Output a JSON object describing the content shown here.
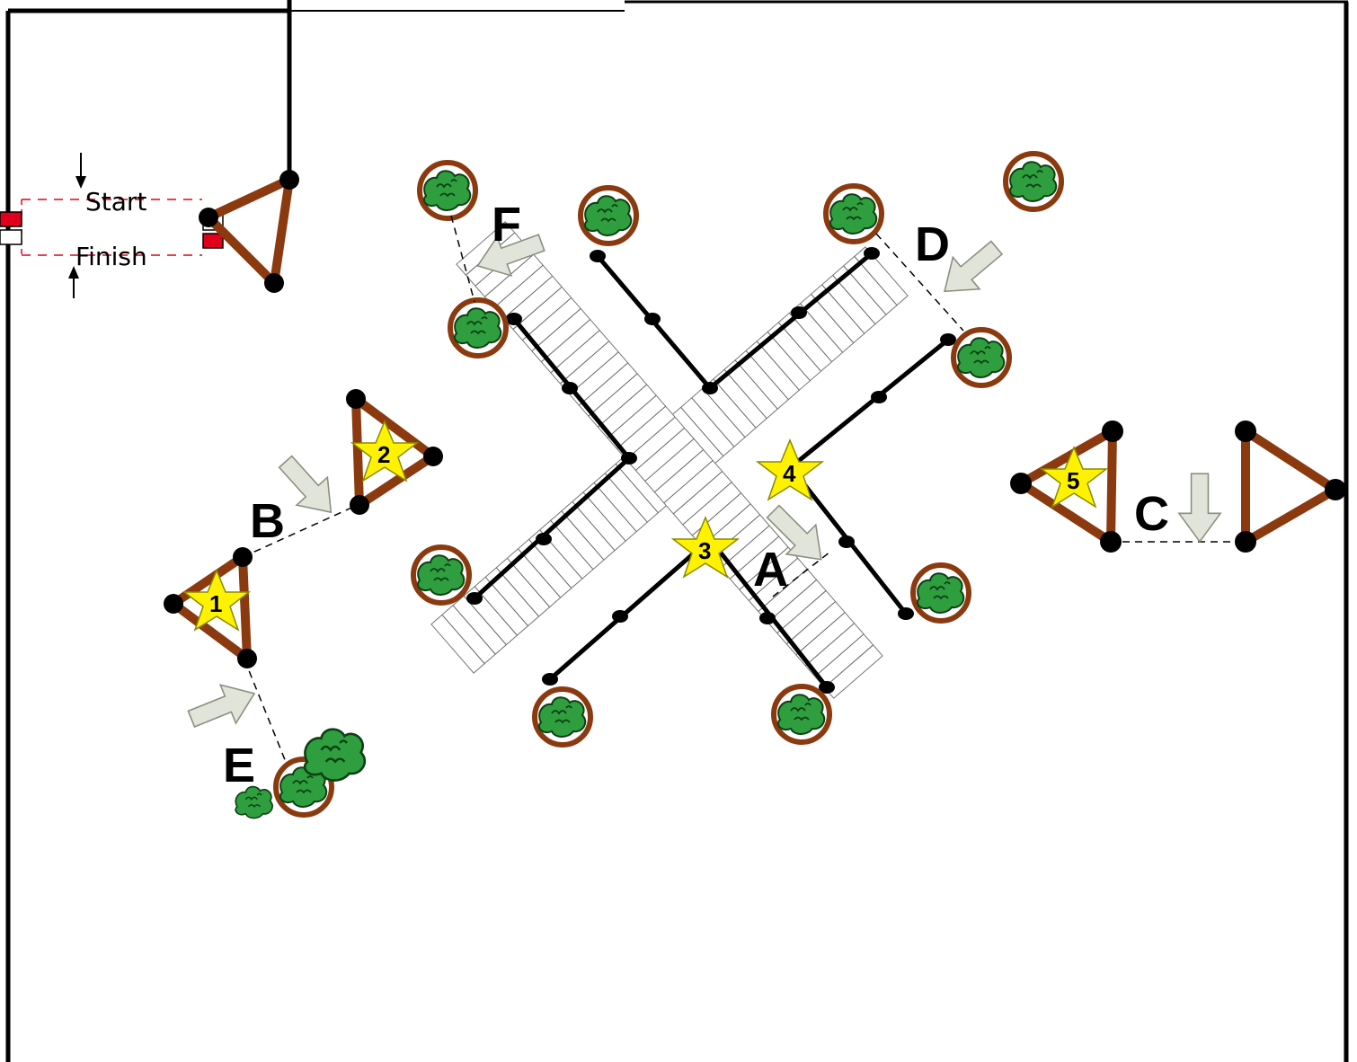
{
  "start_finish": {
    "start_label": "Start",
    "finish_label": "Finish"
  },
  "gates": {
    "A": "A",
    "B": "B",
    "C": "C",
    "D": "D",
    "E": "E",
    "F": "F"
  },
  "stars": {
    "s1": "1",
    "s2": "2",
    "s3": "3",
    "s4": "4",
    "s5": "5"
  },
  "colors": {
    "triangle": "#8B3A0F",
    "star": "#FFF200",
    "bush": "#2E9E3E",
    "arrow": "#E1E4D8",
    "gate_line": "#E0001B",
    "border": "#000000"
  },
  "icons": {
    "obstacle": "triangle-obstacle-icon",
    "bush": "potted-bush-icon",
    "checkpoint": "star-checkpoint-icon",
    "direction": "direction-arrow-icon",
    "bridge": "cross-bridge-icon"
  }
}
